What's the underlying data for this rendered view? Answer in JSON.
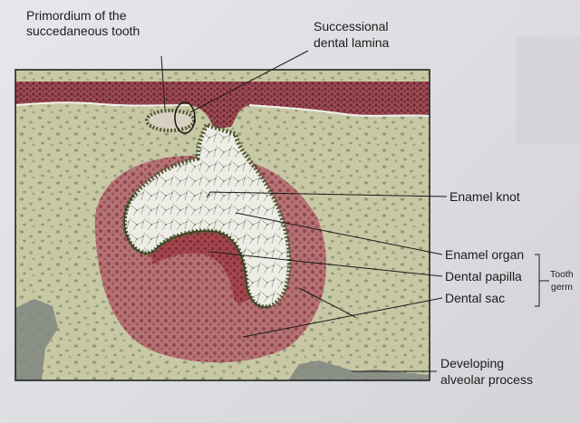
{
  "labels": {
    "primordium_line1": "Primordium of the",
    "primordium_line2": "succedaneous tooth",
    "lamina_line1": "Successional",
    "lamina_line2": "dental lamina",
    "enamel_knot": "Enamel knot",
    "enamel_organ": "Enamel organ",
    "dental_papilla": "Dental papilla",
    "dental_sac": "Dental sac",
    "tooth_germ_line1": "Tooth",
    "tooth_germ_line2": "germ",
    "alveolar_line1": "Developing",
    "alveolar_line2": "alveolar process"
  },
  "colors": {
    "background": "#dcdde1",
    "tissue": "#c9c9a6",
    "epithelium": "#8c3a44",
    "sac": "#b06a6e",
    "papilla": "#a8474f",
    "enamel_organ": "#ecebe2",
    "cell_border": "#4e5a32",
    "bone": "#7f8680",
    "line": "#1a1a1a"
  }
}
